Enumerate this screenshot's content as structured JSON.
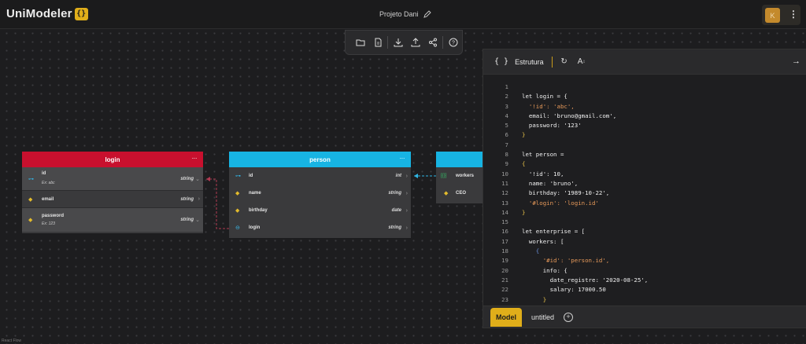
{
  "app": {
    "logo_text": "UniModeler",
    "logo_badge": "{}",
    "project_name": "Projeto Dani",
    "avatar_initial": "K",
    "menu_icon": "⋮"
  },
  "toolbar": {
    "icons": [
      "folder-icon",
      "file-icon",
      "download-icon",
      "upload-icon",
      "share-icon",
      "help-icon"
    ]
  },
  "tables": {
    "login": {
      "title": "login",
      "menu": "···",
      "color": "#c8102e",
      "rows": [
        {
          "name": "id",
          "example": "Ex: abc",
          "type": "string"
        },
        {
          "name": "email",
          "example": "",
          "type": "string"
        },
        {
          "name": "password",
          "example": "Ex: 123",
          "type": "string"
        }
      ]
    },
    "person": {
      "title": "person",
      "menu": "···",
      "color": "#17b4e3",
      "rows": [
        {
          "name": "id",
          "type": "int"
        },
        {
          "name": "name",
          "type": "string"
        },
        {
          "name": "birthday",
          "type": "date"
        },
        {
          "name": "login",
          "type": "string"
        }
      ]
    },
    "enterprise": {
      "color": "#17b4e3",
      "rows": [
        {
          "name": "workers",
          "icon": "[{}]"
        },
        {
          "name": "CEO"
        }
      ]
    }
  },
  "panel": {
    "braces": "{ }",
    "title": "Estrutura",
    "refresh_icon": "↻",
    "font_icon": "A",
    "close_icon": "→",
    "resize_handle": "||",
    "code_lines": [
      {
        "n": "1",
        "t": ""
      },
      {
        "n": "2",
        "t": "let login = {"
      },
      {
        "n": "3",
        "t": "  '!id': 'abc',"
      },
      {
        "n": "4",
        "t": "  email: 'bruno@gmail.com',"
      },
      {
        "n": "5",
        "t": "  password: '123'"
      },
      {
        "n": "6",
        "t": "}"
      },
      {
        "n": "7",
        "t": ""
      },
      {
        "n": "8",
        "t": "let person ="
      },
      {
        "n": "9",
        "t": "{"
      },
      {
        "n": "10",
        "t": "  '!id': 10,"
      },
      {
        "n": "11",
        "t": "  name: 'bruno',"
      },
      {
        "n": "12",
        "t": "  birthday: '1989-10-22',"
      },
      {
        "n": "13",
        "t": "  '#login': 'login.id'"
      },
      {
        "n": "14",
        "t": "}"
      },
      {
        "n": "15",
        "t": ""
      },
      {
        "n": "16",
        "t": "let enterprise = ["
      },
      {
        "n": "17",
        "t": "  workers: ["
      },
      {
        "n": "18",
        "t": "    {"
      },
      {
        "n": "19",
        "t": "      '#id': 'person.id',"
      },
      {
        "n": "20",
        "t": "      info: {"
      },
      {
        "n": "21",
        "t": "        date_registre: '2020-08-25',"
      },
      {
        "n": "22",
        "t": "        salary: 17000.50"
      },
      {
        "n": "23",
        "t": "      }"
      }
    ],
    "tabs": {
      "active": "Model",
      "other": "untitled",
      "add": "+"
    }
  },
  "footer": {
    "label": "React Flow"
  },
  "colors": {
    "accent": "#e0ae1a",
    "login_header": "#c8102e",
    "person_header": "#17b4e3"
  }
}
